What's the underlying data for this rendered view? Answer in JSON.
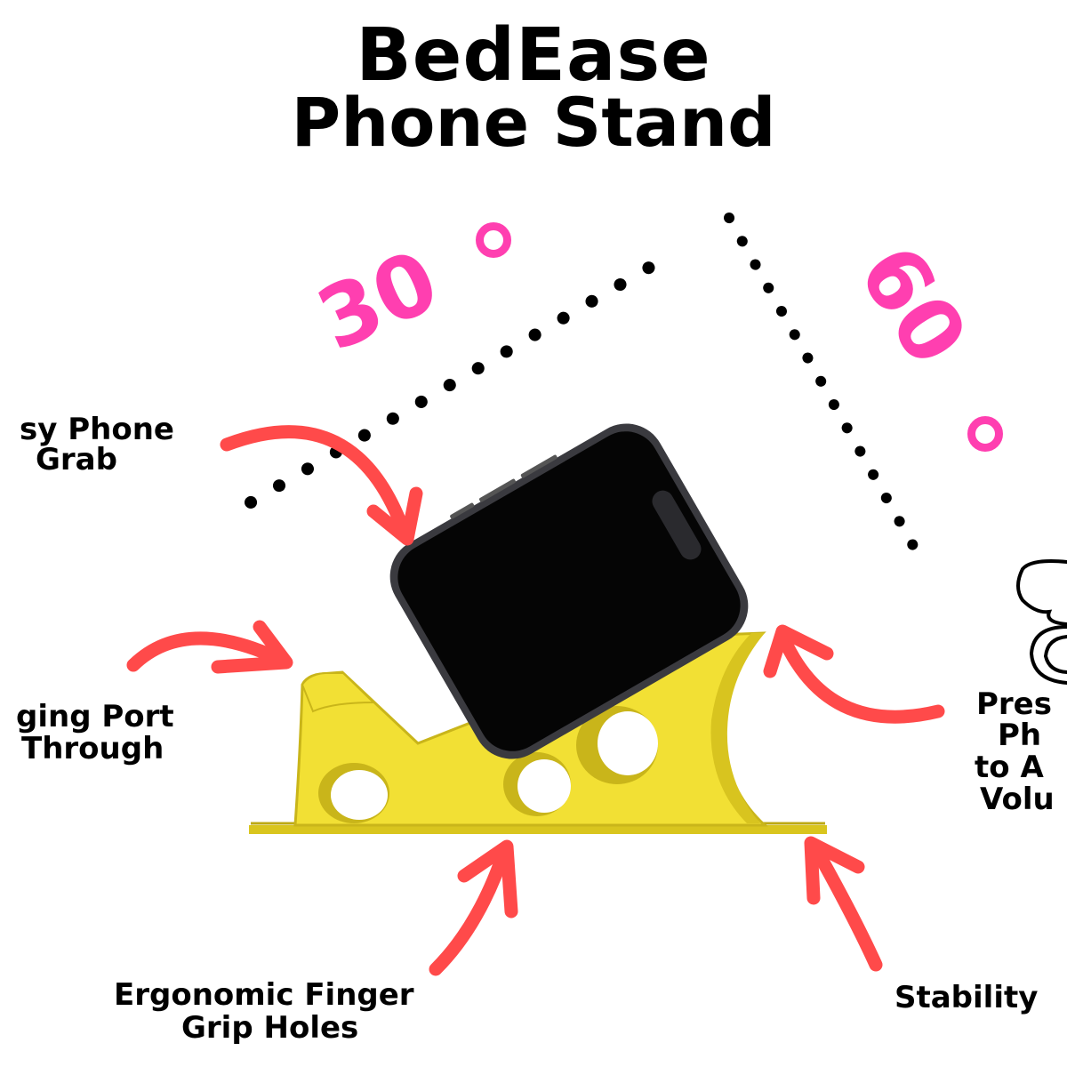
{
  "title": {
    "line1": "BedEase",
    "line2": "Phone Stand"
  },
  "angles": {
    "a30": "30",
    "a60": "60"
  },
  "labels": {
    "grab": {
      "line1": "sy Phone",
      "line2": "Grab"
    },
    "port": {
      "line1": "ging Port",
      "line2": "Through"
    },
    "finger": {
      "line1": "Ergonomic Finger",
      "line2": "Grip Holes"
    },
    "stability": "Stability",
    "press": {
      "line1": "Pres",
      "line2": "Ph",
      "line3": "to A",
      "line4": "Volu"
    }
  },
  "colors": {
    "stand": "#f2e034",
    "angle_text": "#ff3fb0",
    "arrow": "#ff4a4a",
    "phone": "#050505"
  }
}
